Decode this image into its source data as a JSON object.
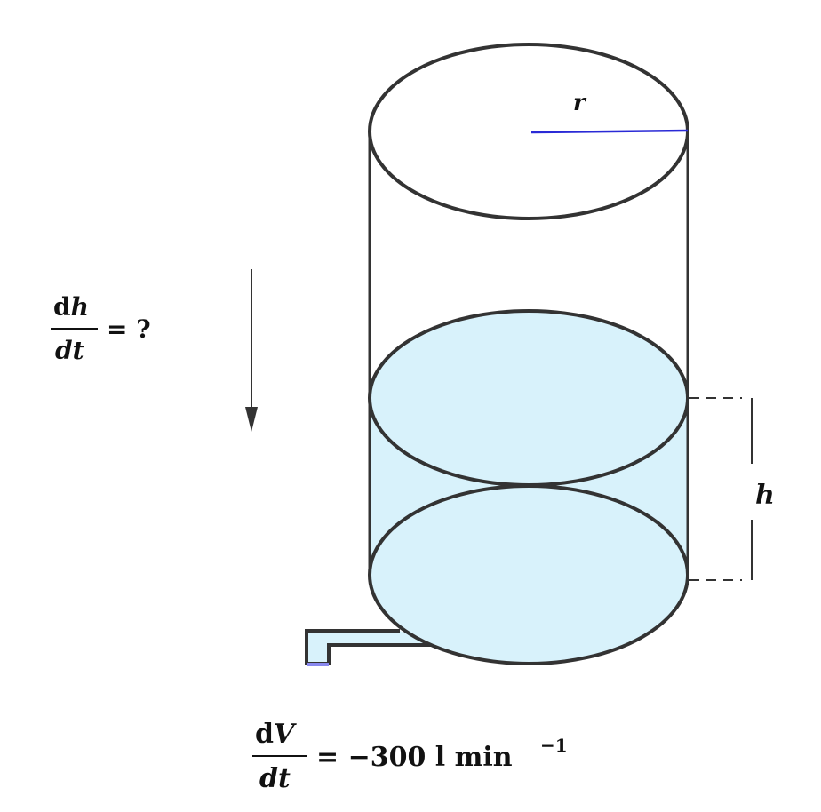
{
  "diagram": {
    "radius_label": "r",
    "height_label": "h",
    "rate_height": {
      "numerator_d": "d",
      "numerator_var": "h",
      "denominator": "dt",
      "rhs": "= ?"
    },
    "rate_volume": {
      "numerator_d": "d",
      "numerator_var": "V",
      "denominator": "dt",
      "rhs": "= −300 l min",
      "exponent": "−1"
    },
    "colors": {
      "outline": "#333333",
      "water": "#d8f2fb",
      "radius_line": "#2a2ad6",
      "spout_opening": "#8888ee"
    }
  }
}
